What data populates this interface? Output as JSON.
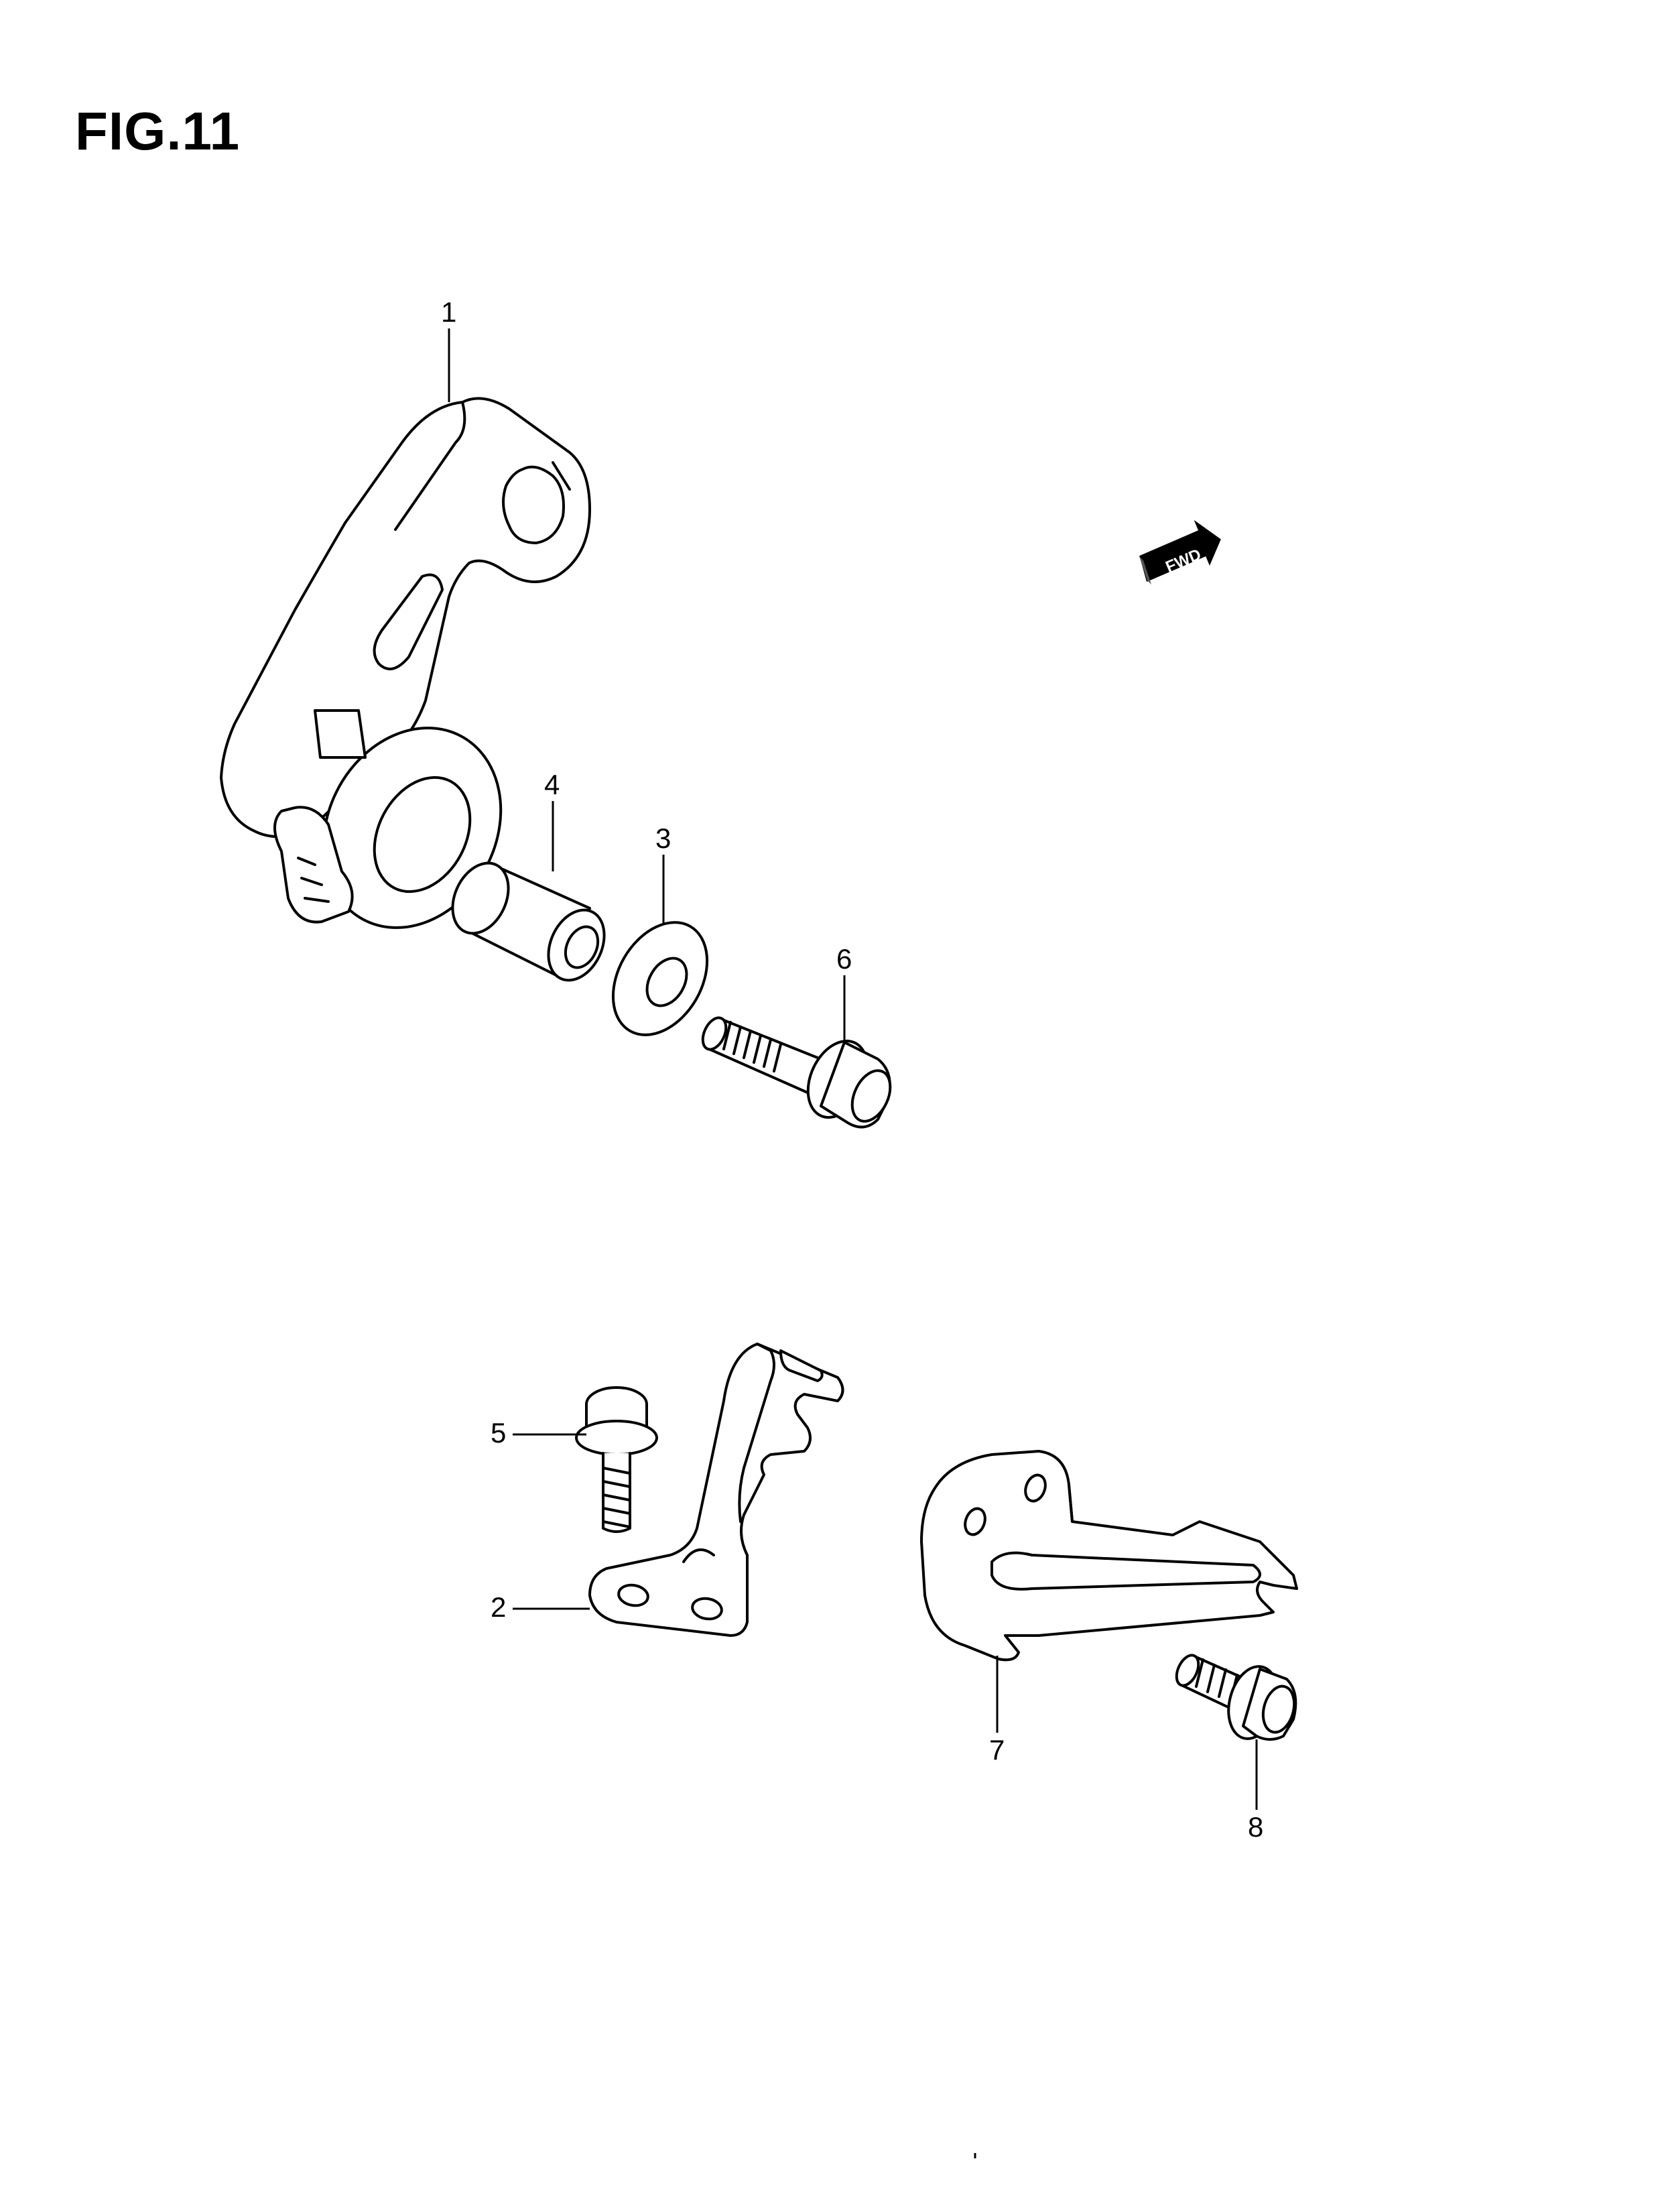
{
  "figure": {
    "title": "FIG.11"
  },
  "direction_badge": {
    "label": "FWD"
  },
  "callouts": [
    {
      "id": "1",
      "label": "1"
    },
    {
      "id": "2",
      "label": "2"
    },
    {
      "id": "3",
      "label": "3"
    },
    {
      "id": "4",
      "label": "4"
    },
    {
      "id": "5",
      "label": "5"
    },
    {
      "id": "6",
      "label": "6"
    },
    {
      "id": "7",
      "label": "7"
    },
    {
      "id": "8",
      "label": "8"
    }
  ],
  "colors": {
    "line": "#000000",
    "background": "#ffffff"
  }
}
